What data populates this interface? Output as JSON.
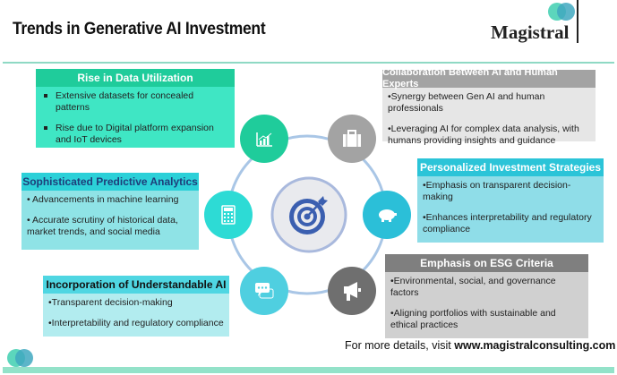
{
  "header": {
    "title": "Trends in Generative AI Investment",
    "logo_text": "Magistral"
  },
  "boxes": [
    {
      "title": "Rise in Data Utilization",
      "items": [
        "Extensive datasets for concealed patterns",
        "Rise due to Digital platform expansion and IoT devices"
      ]
    },
    {
      "title": "Collaboration Between AI and Human Experts",
      "items": [
        "•Synergy between Gen AI and human professionals",
        "•Leveraging AI for complex data analysis, with humans providing insights and guidance"
      ]
    },
    {
      "title": "Personalized Investment Strategies",
      "items": [
        "•Emphasis on transparent decision-making",
        "•Enhances interpretability and regulatory compliance"
      ]
    },
    {
      "title": "Sophisticated Predictive Analytics",
      "items": [
        "• Advancements in machine learning",
        "• Accurate scrutiny of historical data, market trends, and social media"
      ]
    },
    {
      "title": "Emphasis on ESG Criteria",
      "items": [
        "•Environmental, social, and governance factors",
        "•Aligning portfolios with sustainable and ethical practices"
      ]
    },
    {
      "title": "Incorporation of Understandable AI",
      "items": [
        "•Transparent decision-making",
        "•Interpretability and regulatory compliance"
      ]
    }
  ],
  "footer": {
    "prefix": "For more details, visit ",
    "url": "www.magistralconsulting.com"
  },
  "colors": {
    "green": "#1fcc9b",
    "gray": "#a3a3a3",
    "cyan": "#2bc4d8",
    "dark_gray": "#737373",
    "ring": "#a9c6e6"
  }
}
